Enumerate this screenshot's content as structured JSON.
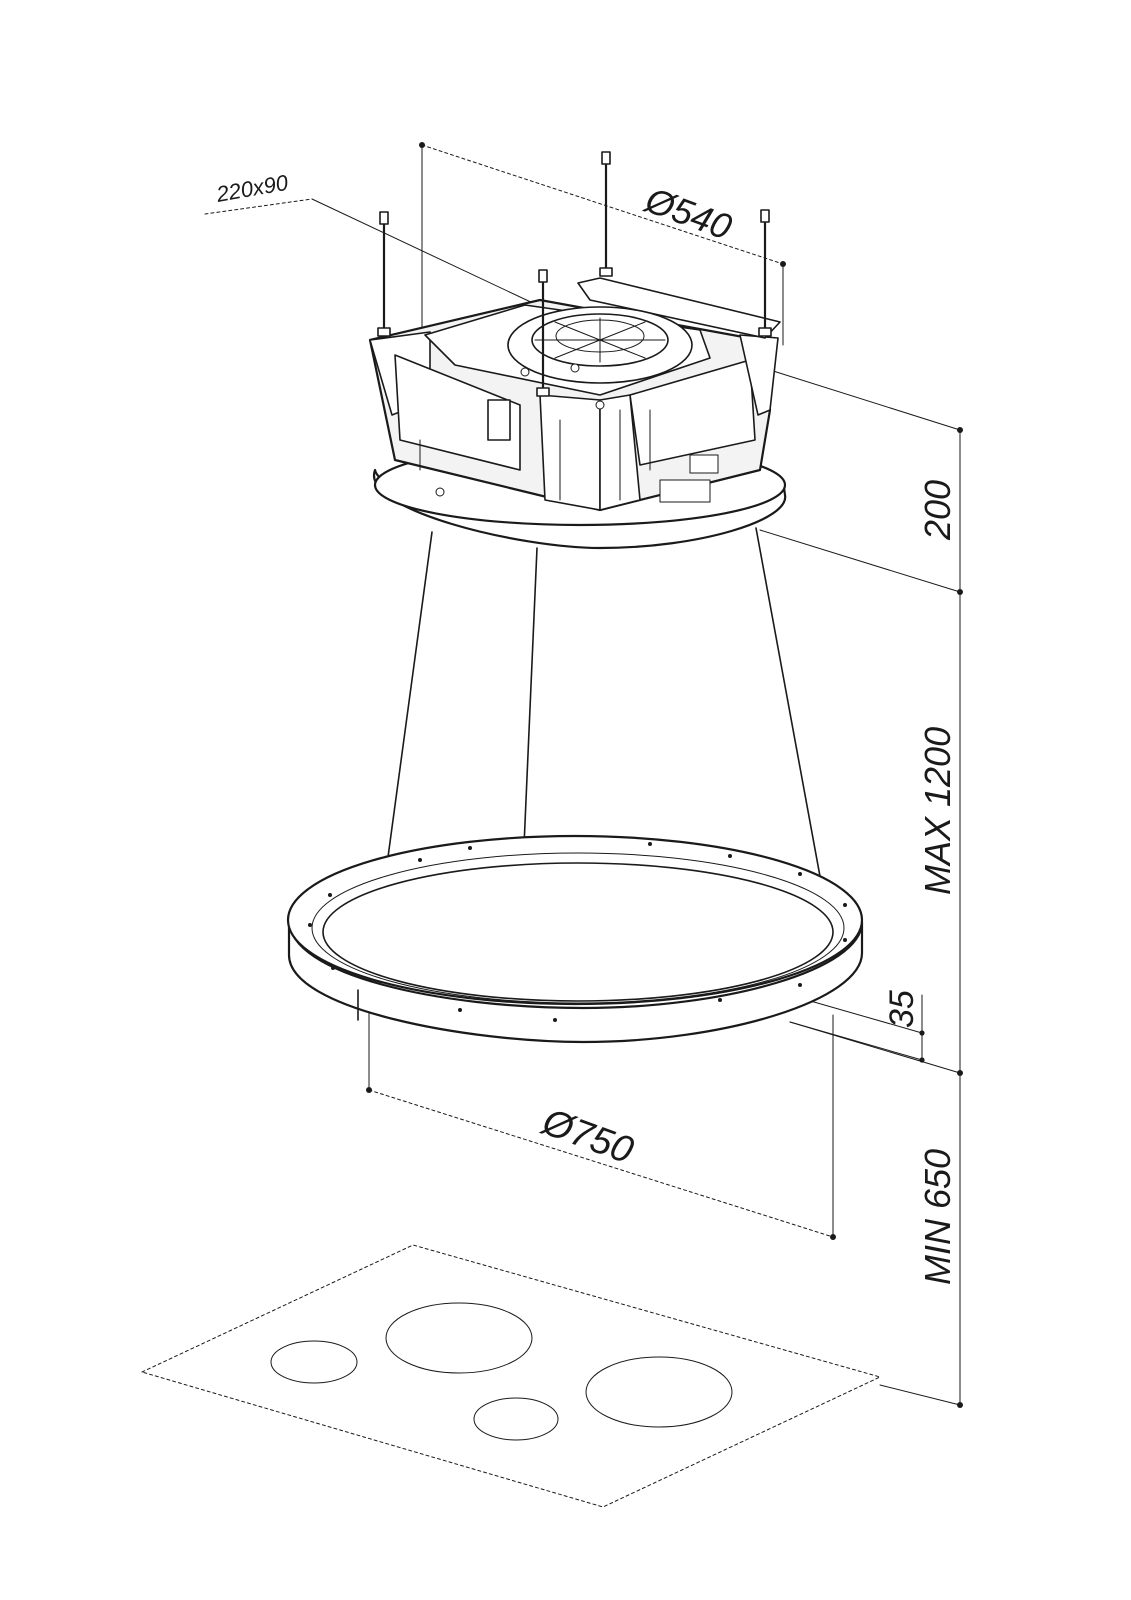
{
  "dimensions": {
    "outlet": "220x90",
    "top_diameter": "Ø540",
    "height_motor": "200",
    "height_cable": "MAX 1200",
    "ring_thickness": "35",
    "ring_diameter": "Ø750",
    "min_height": "MIN 650"
  },
  "colors": {
    "line": "#1a1a1a",
    "background": "#ffffff"
  }
}
